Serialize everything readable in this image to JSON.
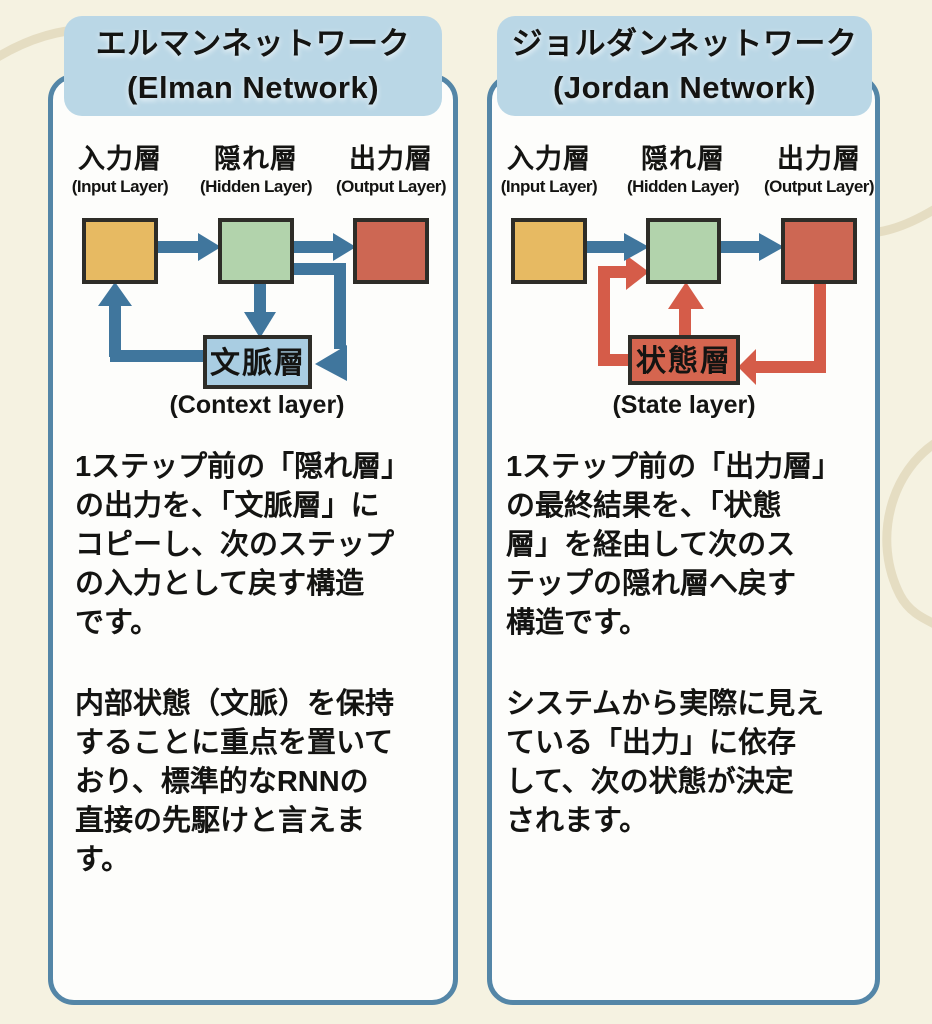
{
  "colors": {
    "background": "#f5f2e1",
    "decor_line": "#e3dabf",
    "panel_bg": "#fdfdfb",
    "panel_border": "#5486a7",
    "title_bg": "#bad7e6",
    "text": "#141412",
    "box_border": "#2e2d28",
    "arrow_blue": "#40769d",
    "arrow_red": "#d55c49",
    "input_fill": "#e7ba62",
    "hidden_fill": "#b2d3ac",
    "output_fill": "#cd6753",
    "context_fill": "#a9cde2",
    "state_fill": "#d5654f"
  },
  "panels": [
    {
      "title": "エルマンネットワーク\n(Elman Network)",
      "layers": [
        {
          "jp": "入力層",
          "en": "(Input Layer)"
        },
        {
          "jp": "隠れ層",
          "en": "(Hidden Layer)"
        },
        {
          "jp": "出力層",
          "en": "(Output Layer)"
        }
      ],
      "memory": {
        "label": "文脈層",
        "caption": "(Context layer)"
      },
      "body": [
        "1ステップ前の「隠れ層」\nの出力を、「文脈層」に\nコピーし、次のステップ\nの入力として戻す構造\nです。",
        "内部状態（文脈）を保持\nすることに重点を置いて\nおり、標準的なRNNの\n直接の先駆けと言えま\nす。"
      ]
    },
    {
      "title": "ジョルダンネットワーク\n(Jordan Network)",
      "layers": [
        {
          "jp": "入力層",
          "en": "(Input Layer)"
        },
        {
          "jp": "隠れ層",
          "en": "(Hidden Layer)"
        },
        {
          "jp": "出力層",
          "en": "(Output Layer)"
        }
      ],
      "memory": {
        "label": "状態層",
        "caption": "(State layer)"
      },
      "body": [
        "1ステップ前の「出力層」\nの最終結果を、「状態\n層」を経由して次のス\nテップの隠れ層へ戻す\n構造です。",
        "システムから実際に見え\nている「出力」に依存\nして、次の状態が決定\nされます。"
      ]
    }
  ]
}
